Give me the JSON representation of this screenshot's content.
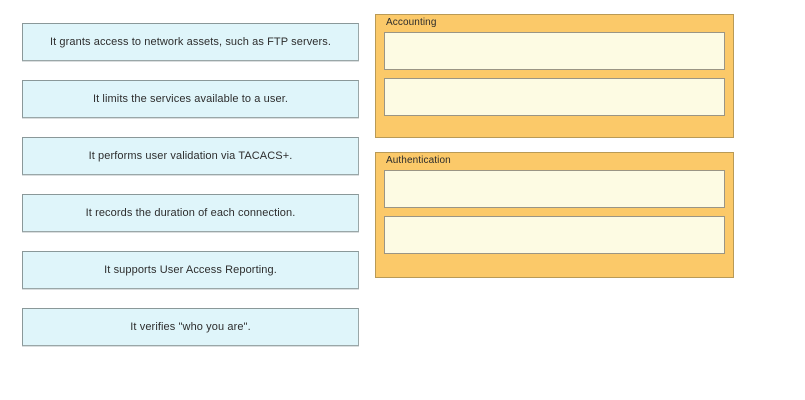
{
  "options": {
    "items": [
      {
        "label": "It grants access to network assets, such as FTP servers."
      },
      {
        "label": "It limits the services available to a user."
      },
      {
        "label": "It performs user validation via TACACS+."
      },
      {
        "label": "It records the duration of each connection."
      },
      {
        "label": "It supports User Access Reporting."
      },
      {
        "label": "It verifies \"who you are\"."
      }
    ]
  },
  "panels": [
    {
      "title": "Accounting",
      "slots": [
        {
          "text": ""
        },
        {
          "text": ""
        }
      ]
    },
    {
      "title": "Authentication",
      "slots": [
        {
          "text": ""
        },
        {
          "text": ""
        }
      ]
    }
  ],
  "colors": {
    "option_fill": "#dff5fa",
    "option_border": "#8a9899",
    "panel_fill": "#fbc969",
    "panel_border": "#b99a56",
    "slot_fill": "#fdfbe3",
    "slot_border": "#9a9585",
    "text": "#2d2d2d",
    "background": "#ffffff"
  }
}
